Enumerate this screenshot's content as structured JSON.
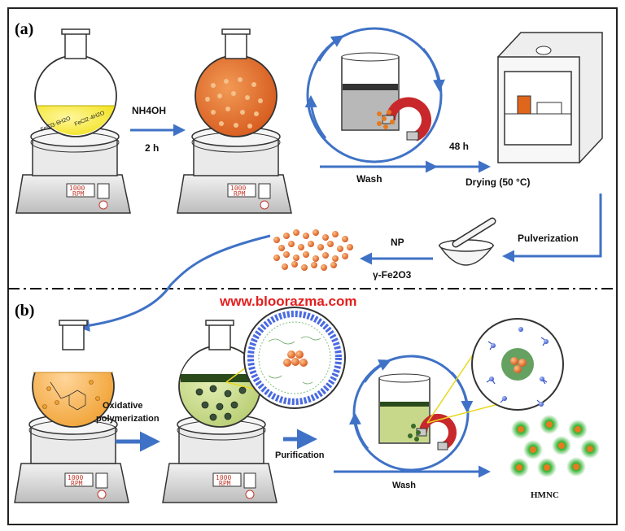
{
  "panel_a": {
    "label": "(a)",
    "reagent": "NH4OH",
    "time_react": "2 h",
    "wash": "Wash",
    "time_dry": "48 h",
    "drying": "Drying (50 °C)",
    "pulverization": "Pulverization",
    "np": "NP",
    "product": "γ-Fe2O3",
    "flask_text_1": "FeCl3·6H2O",
    "flask_text_2": "FeCl2·4H2O",
    "rpm_value": "1000",
    "rpm_unit": "RPM"
  },
  "panel_b": {
    "label": "(b)",
    "oxidative_1": "Oxidative",
    "oxidative_2": "polymerization",
    "purification": "Purification",
    "wash": "Wash",
    "product": "HMNC",
    "rpm_value": "1000",
    "rpm_unit": "RPM"
  },
  "watermark": "www.bloorazma.com",
  "colors": {
    "arrow_blue": "#3f72c6",
    "yellow_solution": "#f2e21c",
    "orange_solution": "#e0661c",
    "particle_orange": "#e67a1e",
    "dark_green_solution": "#2a4a1c",
    "light_green_solution": "#c8d88a",
    "watermark_red": "#e41e1e"
  }
}
